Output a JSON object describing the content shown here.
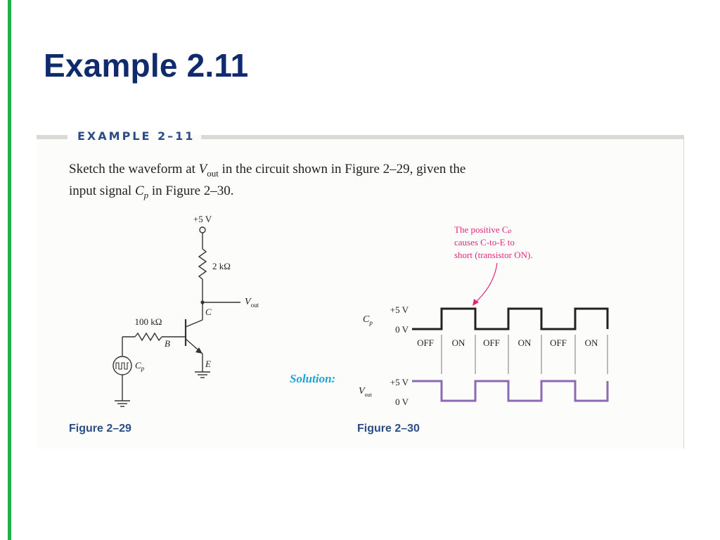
{
  "slide": {
    "title": "Example 2.11"
  },
  "panel": {
    "label": "EXAMPLE 2–11",
    "problem": {
      "t1": "Sketch the waveform at ",
      "vout_v": "V",
      "vout_sub": "out",
      "t2": " in the circuit shown in Figure 2–29, given the",
      "t3": "input signal ",
      "cp_c": "C",
      "cp_p": "p",
      "t4": " in Figure 2–30."
    }
  },
  "figure_29": {
    "caption": "Figure 2–29",
    "supply": "+5 V",
    "collector_resistor": "2 kΩ",
    "output_v": "V",
    "output_sub": "out",
    "collector": "C",
    "base_resistor": "100 kΩ",
    "base": "B",
    "emitter": "E",
    "source_c": "C",
    "source_p": "p"
  },
  "figure_30": {
    "caption": "Figure 2–30",
    "annotation": [
      "The positive Cₚ",
      "causes C-to-E to",
      "short (transistor ON)."
    ],
    "cp_label_c": "C",
    "cp_label_p": "p",
    "vout_label_v": "V",
    "vout_label_sub": "out",
    "level_high": "+5 V",
    "level_low": "0 V",
    "solution_label": "Solution:",
    "states": [
      "OFF",
      "ON",
      "OFF",
      "ON",
      "OFF",
      "ON"
    ]
  },
  "colors": {
    "title": "#102a6e",
    "accent_bar": "#1fb04a",
    "example_label": "#2c4c86",
    "input_wave": "#222222",
    "output_wave": "#8a6bb3",
    "annotation": "#e0287a",
    "solution": "#1fa3d6",
    "caption": "#2c4c86"
  }
}
